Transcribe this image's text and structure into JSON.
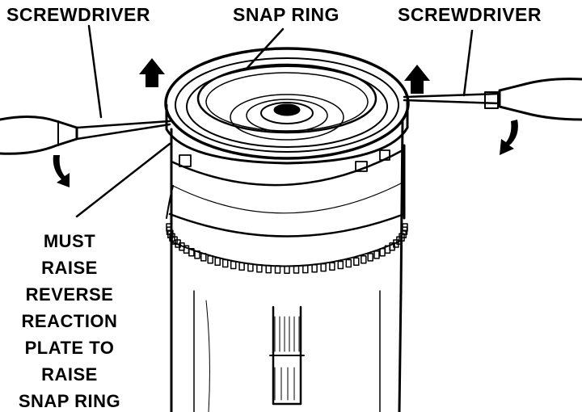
{
  "labels": {
    "screwdriver_left": "SCREWDRIVER",
    "snap_ring": "SNAP RING",
    "screwdriver_right": "SCREWDRIVER",
    "note_lines": [
      "MUST",
      "RAISE",
      "REVERSE",
      "REACTION",
      "PLATE TO",
      "RAISE",
      "SNAP RING"
    ]
  },
  "colors": {
    "ink": "#000000",
    "paper": "#ffffff"
  }
}
